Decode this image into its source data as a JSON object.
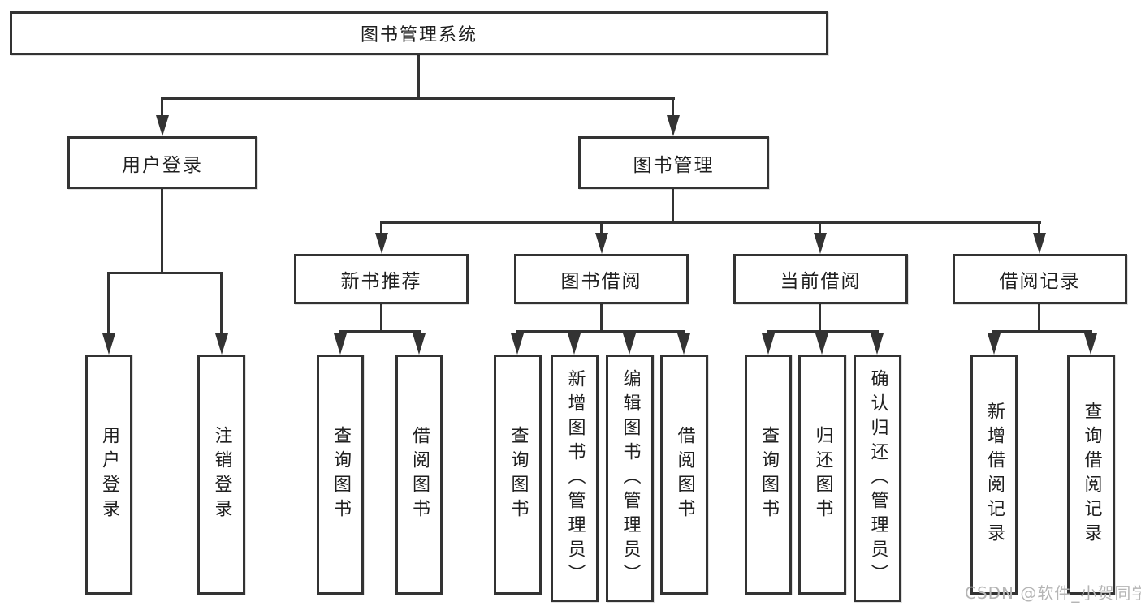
{
  "colors": {
    "line": "#333333",
    "text": "#1f1f1f",
    "background": "#ffffff",
    "watermark_text": "#b5b5b5"
  },
  "watermark": "CSDN @软件_小贺同学",
  "tree": {
    "label": "图书管理系统",
    "children": [
      {
        "label": "用户登录",
        "children": [
          {
            "label": "用户登录"
          },
          {
            "label": "注销登录"
          }
        ]
      },
      {
        "label": "图书管理",
        "children": [
          {
            "label": "新书推荐",
            "children": [
              {
                "label": "查询图书"
              },
              {
                "label": "借阅图书"
              }
            ]
          },
          {
            "label": "图书借阅",
            "children": [
              {
                "label": "查询图书"
              },
              {
                "label": "新增图书（管理员）"
              },
              {
                "label": "编辑图书（管理员）"
              },
              {
                "label": "借阅图书"
              }
            ]
          },
          {
            "label": "当前借阅",
            "children": [
              {
                "label": "查询图书"
              },
              {
                "label": "归还图书"
              },
              {
                "label": "确认归还（管理员）"
              }
            ]
          },
          {
            "label": "借阅记录",
            "children": [
              {
                "label": "新增借阅记录"
              },
              {
                "label": "查询借阅记录"
              }
            ]
          }
        ]
      }
    ]
  }
}
